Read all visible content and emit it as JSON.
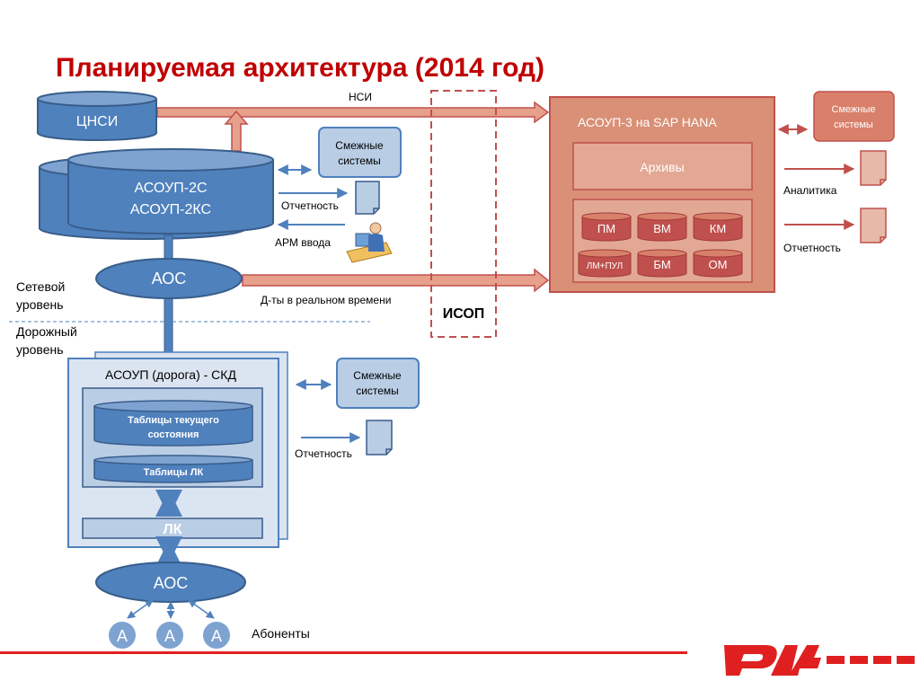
{
  "title": "Планируемая архитектура (2014 год)",
  "nodes": {
    "cnsi": "ЦНСИ",
    "asoup2": [
      "АСОУП-2С",
      "АСОУП-2КС"
    ],
    "aos_top": "АОС",
    "aos_bottom": "АОС",
    "smezhnye_mid": [
      "Смежные",
      "системы"
    ],
    "smezhnye_right": [
      "Смежные",
      "системы"
    ],
    "smezhnye_road": [
      "Смежные",
      "системы"
    ],
    "asoup3": "АСОУП-3  на SAP HANA",
    "archives": "Архивы",
    "modules": [
      "ПМ",
      "ВМ",
      "КМ",
      "ЛМ+ПУЛ",
      "БМ",
      "ОМ"
    ],
    "road_system": "АСОУП (дорога) - СКД",
    "current_tables": [
      "Таблицы текущего",
      "состояния"
    ],
    "lk_tables": "Таблицы ЛК",
    "lk": "ЛК",
    "isop": "ИСОП",
    "subscriber": "А"
  },
  "labels": {
    "nsi": "НСИ",
    "reporting_mid": "Отчетность",
    "arm": "АРМ ввода",
    "realtime": "Д-ты  в реальном времени",
    "analytics": "Аналитика",
    "reporting_right": "Отчетность",
    "reporting_road": "Отчетность",
    "network_level": [
      "Сетевой",
      "уровень"
    ],
    "road_level": [
      "Дорожный",
      "уровень"
    ],
    "subscribers": "Абоненты"
  },
  "colors": {
    "title": "#c00000",
    "blue_fill": "#4f81bd",
    "blue_dark": "#385d8a",
    "light_blue": "#b9cde5",
    "red_fill": "#d99076",
    "red_dark": "#c0504d",
    "red_light": "#e6b9a8",
    "module_fill": "#c0504d",
    "arrow_red": "#d9806a",
    "rule": "#e02020"
  },
  "icons": [
    "document-icon",
    "person-at-computer-icon",
    "rzd-logo"
  ]
}
